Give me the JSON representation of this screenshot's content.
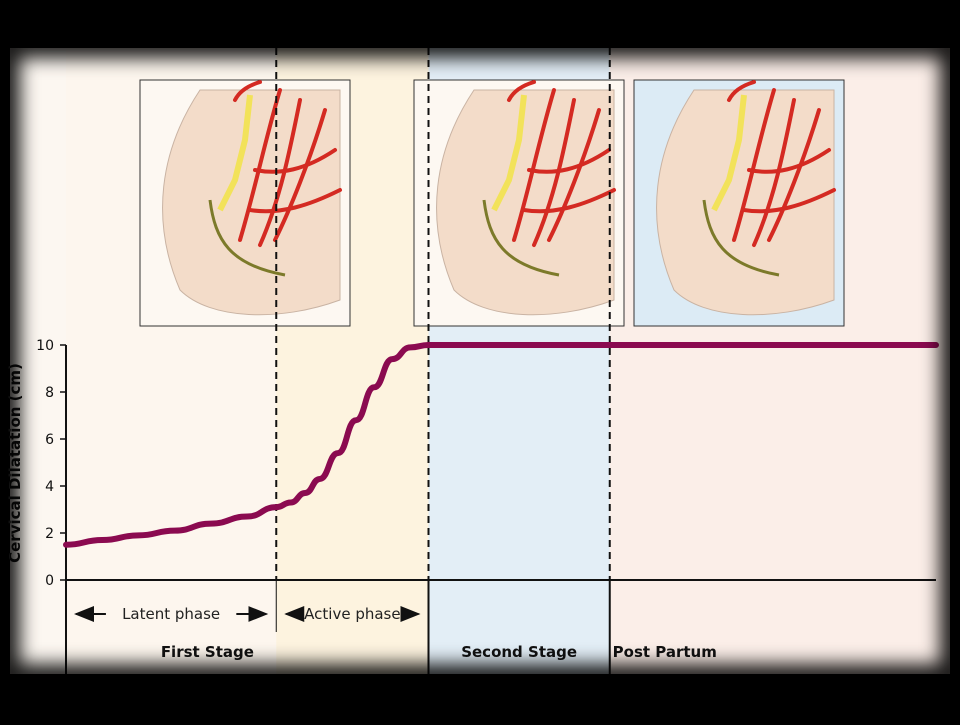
{
  "chart_data": {
    "type": "line",
    "ylabel": "Cervical Dilatation (cm)",
    "ylim": [
      0,
      10
    ],
    "yticks": [
      0,
      2,
      4,
      6,
      8,
      10
    ],
    "series": [
      {
        "x": [
          0,
          0.1,
          0.2,
          0.3,
          0.4,
          0.5,
          0.58,
          0.62,
          0.66,
          0.7,
          0.75,
          0.8,
          0.85,
          0.9,
          0.95,
          1.0,
          1.5,
          2.0,
          2.4
        ],
        "values": [
          1.5,
          1.7,
          1.9,
          2.1,
          2.4,
          2.7,
          3.1,
          3.3,
          3.7,
          4.3,
          5.4,
          6.8,
          8.2,
          9.4,
          9.9,
          10,
          10,
          10,
          10
        ],
        "color": "#8b0a50"
      }
    ],
    "stage_boundaries": [
      0.58,
      1.0,
      1.5
    ],
    "phases": [
      {
        "name": "Latent phase",
        "from": 0,
        "to": 0.58
      },
      {
        "name": "Active phase",
        "from": 0.58,
        "to": 1.0
      }
    ],
    "stages": [
      {
        "name": "First Stage",
        "from": 0,
        "to": 1.0,
        "color": "#fdf6ee"
      },
      {
        "name": "Second Stage",
        "from": 1.0,
        "to": 1.5,
        "color": "#e3eef6"
      },
      {
        "name": "Post Partum",
        "from": 1.5,
        "to": 2.4,
        "color": "#fbeee8"
      }
    ],
    "active_band_color": "#fdf3df"
  }
}
